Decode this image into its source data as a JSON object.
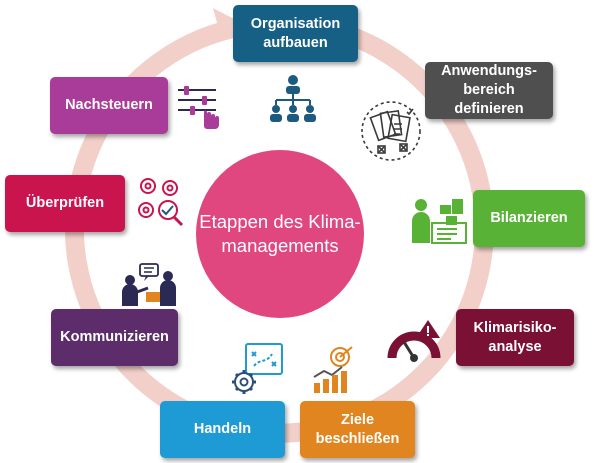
{
  "center": {
    "title": "Etappen des Klima-managements",
    "color": "#e1477f"
  },
  "steps": [
    {
      "label": "Organisation aufbauen",
      "color": "#165f85"
    },
    {
      "label": "Anwendungs-bereich definieren",
      "color": "#4f4f4f"
    },
    {
      "label": "Bilanzieren",
      "color": "#58b236"
    },
    {
      "label": "Klimarisiko-analyse",
      "color": "#7b1035"
    },
    {
      "label": "Ziele beschließen",
      "color": "#e0851f"
    },
    {
      "label": "Handeln",
      "color": "#1e9ad4"
    },
    {
      "label": "Kommunizieren",
      "color": "#5c2c6b"
    },
    {
      "label": "Überprüfen",
      "color": "#c9144d"
    },
    {
      "label": "Nachsteuern",
      "color": "#a83c98"
    }
  ],
  "icons": [
    {
      "name": "org-chart-icon",
      "color": "#1c5a80"
    },
    {
      "name": "checklist-documents-icon",
      "color": "#3a3a3a"
    },
    {
      "name": "inventory-worker-icon",
      "color": "#58b236"
    },
    {
      "name": "risk-gauge-icon",
      "color": "#7b1035"
    },
    {
      "name": "target-growth-chart-icon",
      "color": "#e0851f"
    },
    {
      "name": "strategy-gear-icon",
      "color": "#1e9ad4"
    },
    {
      "name": "people-discussion-icon",
      "color": "#2a2a55"
    },
    {
      "name": "review-gears-icon",
      "color": "#c9144d"
    },
    {
      "name": "control-sliders-icon",
      "color": "#a83c98"
    }
  ],
  "ring_color": "#f2cfc8"
}
